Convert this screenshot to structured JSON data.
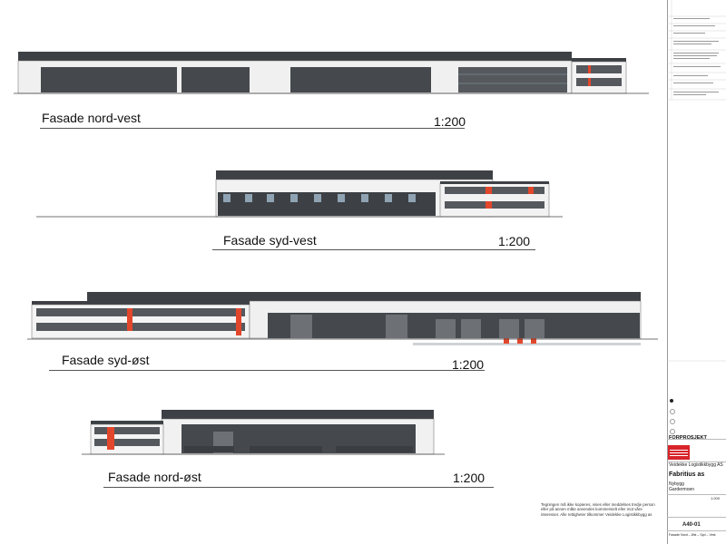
{
  "drawings": [
    {
      "caption": "Fasade nord-vest",
      "scale": "1:200"
    },
    {
      "caption": "Fasade syd-vest",
      "scale": "1:200"
    },
    {
      "caption": "Fasade syd-øst",
      "scale": "1:200"
    },
    {
      "caption": "Fasade nord-øst",
      "scale": "1:200"
    }
  ],
  "title_block": {
    "stage": "FORPROSJEKT",
    "company": "Veidekke Logistikkbygg AS",
    "client": "Fabritius as",
    "project_line1": "Nybygg",
    "project_line2": "Gardermoen",
    "scale": "1:200",
    "drawing_no": "A40-01",
    "drawing_title": "Fasade Nord – Øst – Syd – Vest"
  },
  "disclaimer": "Tegningen må ikke kopieres, vises eller meddelses tredje person eller på annen måte anvendes kommersielt eller mot våre interesser. Alle rettigheter tilkommer Veidekke Logistikkbygg as",
  "colors": {
    "cladding_dark": "#3d4145",
    "panel_light": "#f2f2f2",
    "accent": "#e2472c",
    "glass": "#8fa3b3"
  }
}
